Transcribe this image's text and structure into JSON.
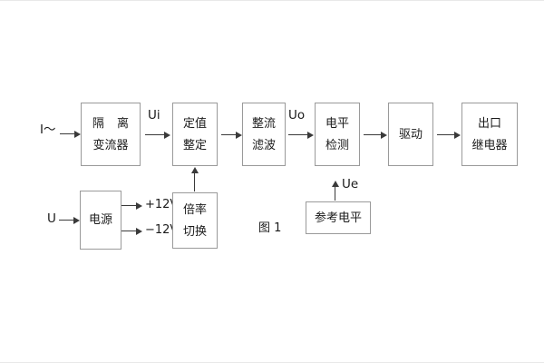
{
  "diagram": {
    "caption": "图 1",
    "blocks": [
      {
        "id": "isolation",
        "lines": [
          "隔 离",
          "变流器"
        ]
      },
      {
        "id": "setting",
        "lines": [
          "定值",
          "整定"
        ]
      },
      {
        "id": "rectifier",
        "lines": [
          "整流",
          "滤波"
        ]
      },
      {
        "id": "level-detect",
        "lines": [
          "电平",
          "检测"
        ]
      },
      {
        "id": "driver",
        "lines": [
          "驱动"
        ]
      },
      {
        "id": "output-relay",
        "lines": [
          "出口",
          "继电器"
        ]
      },
      {
        "id": "power-supply",
        "lines": [
          "电源"
        ]
      },
      {
        "id": "multiplier",
        "lines": [
          "倍率",
          "切换"
        ]
      },
      {
        "id": "reference",
        "lines": [
          "参考电平"
        ]
      }
    ],
    "signals": {
      "current_input": "I～",
      "voltage_input": "U",
      "ui": "Ui",
      "uo": "Uo",
      "ue": "Ue",
      "rail_positive": "+12V",
      "rail_negative": "−12V"
    }
  }
}
